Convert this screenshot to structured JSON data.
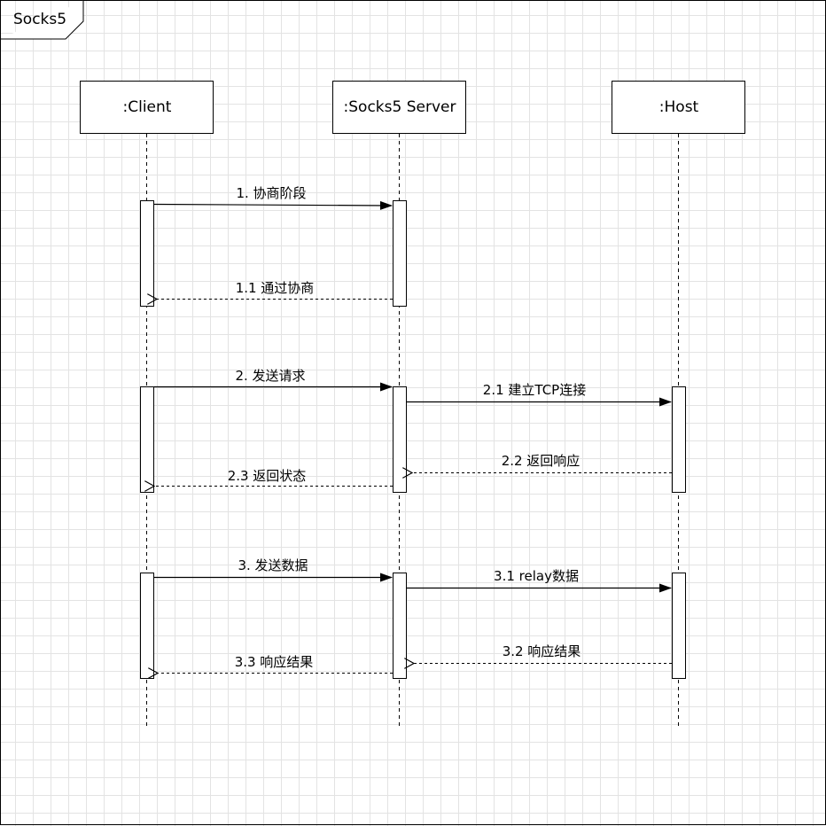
{
  "frame": {
    "title": "Socks5"
  },
  "actors": [
    {
      "label": ":Client"
    },
    {
      "label": ":Socks5 Server"
    },
    {
      "label": ":Host"
    }
  ],
  "messages": [
    {
      "label": "1. 协商阶段",
      "from": 0,
      "to": 1,
      "kind": "sync"
    },
    {
      "label": "1.1 通过协商",
      "from": 1,
      "to": 0,
      "kind": "return"
    },
    {
      "label": "2. 发送请求",
      "from": 0,
      "to": 1,
      "kind": "sync"
    },
    {
      "label": "2.1 建立TCP连接",
      "from": 1,
      "to": 2,
      "kind": "sync"
    },
    {
      "label": "2.2 返回响应",
      "from": 2,
      "to": 1,
      "kind": "return"
    },
    {
      "label": "2.3 返回状态",
      "from": 1,
      "to": 0,
      "kind": "return"
    },
    {
      "label": "3. 发送数据",
      "from": 0,
      "to": 1,
      "kind": "sync"
    },
    {
      "label": "3.1 relay数据",
      "from": 1,
      "to": 2,
      "kind": "sync"
    },
    {
      "label": "3.2 响应结果",
      "from": 2,
      "to": 1,
      "kind": "return"
    },
    {
      "label": "3.3 响应结果",
      "from": 1,
      "to": 0,
      "kind": "return"
    }
  ]
}
